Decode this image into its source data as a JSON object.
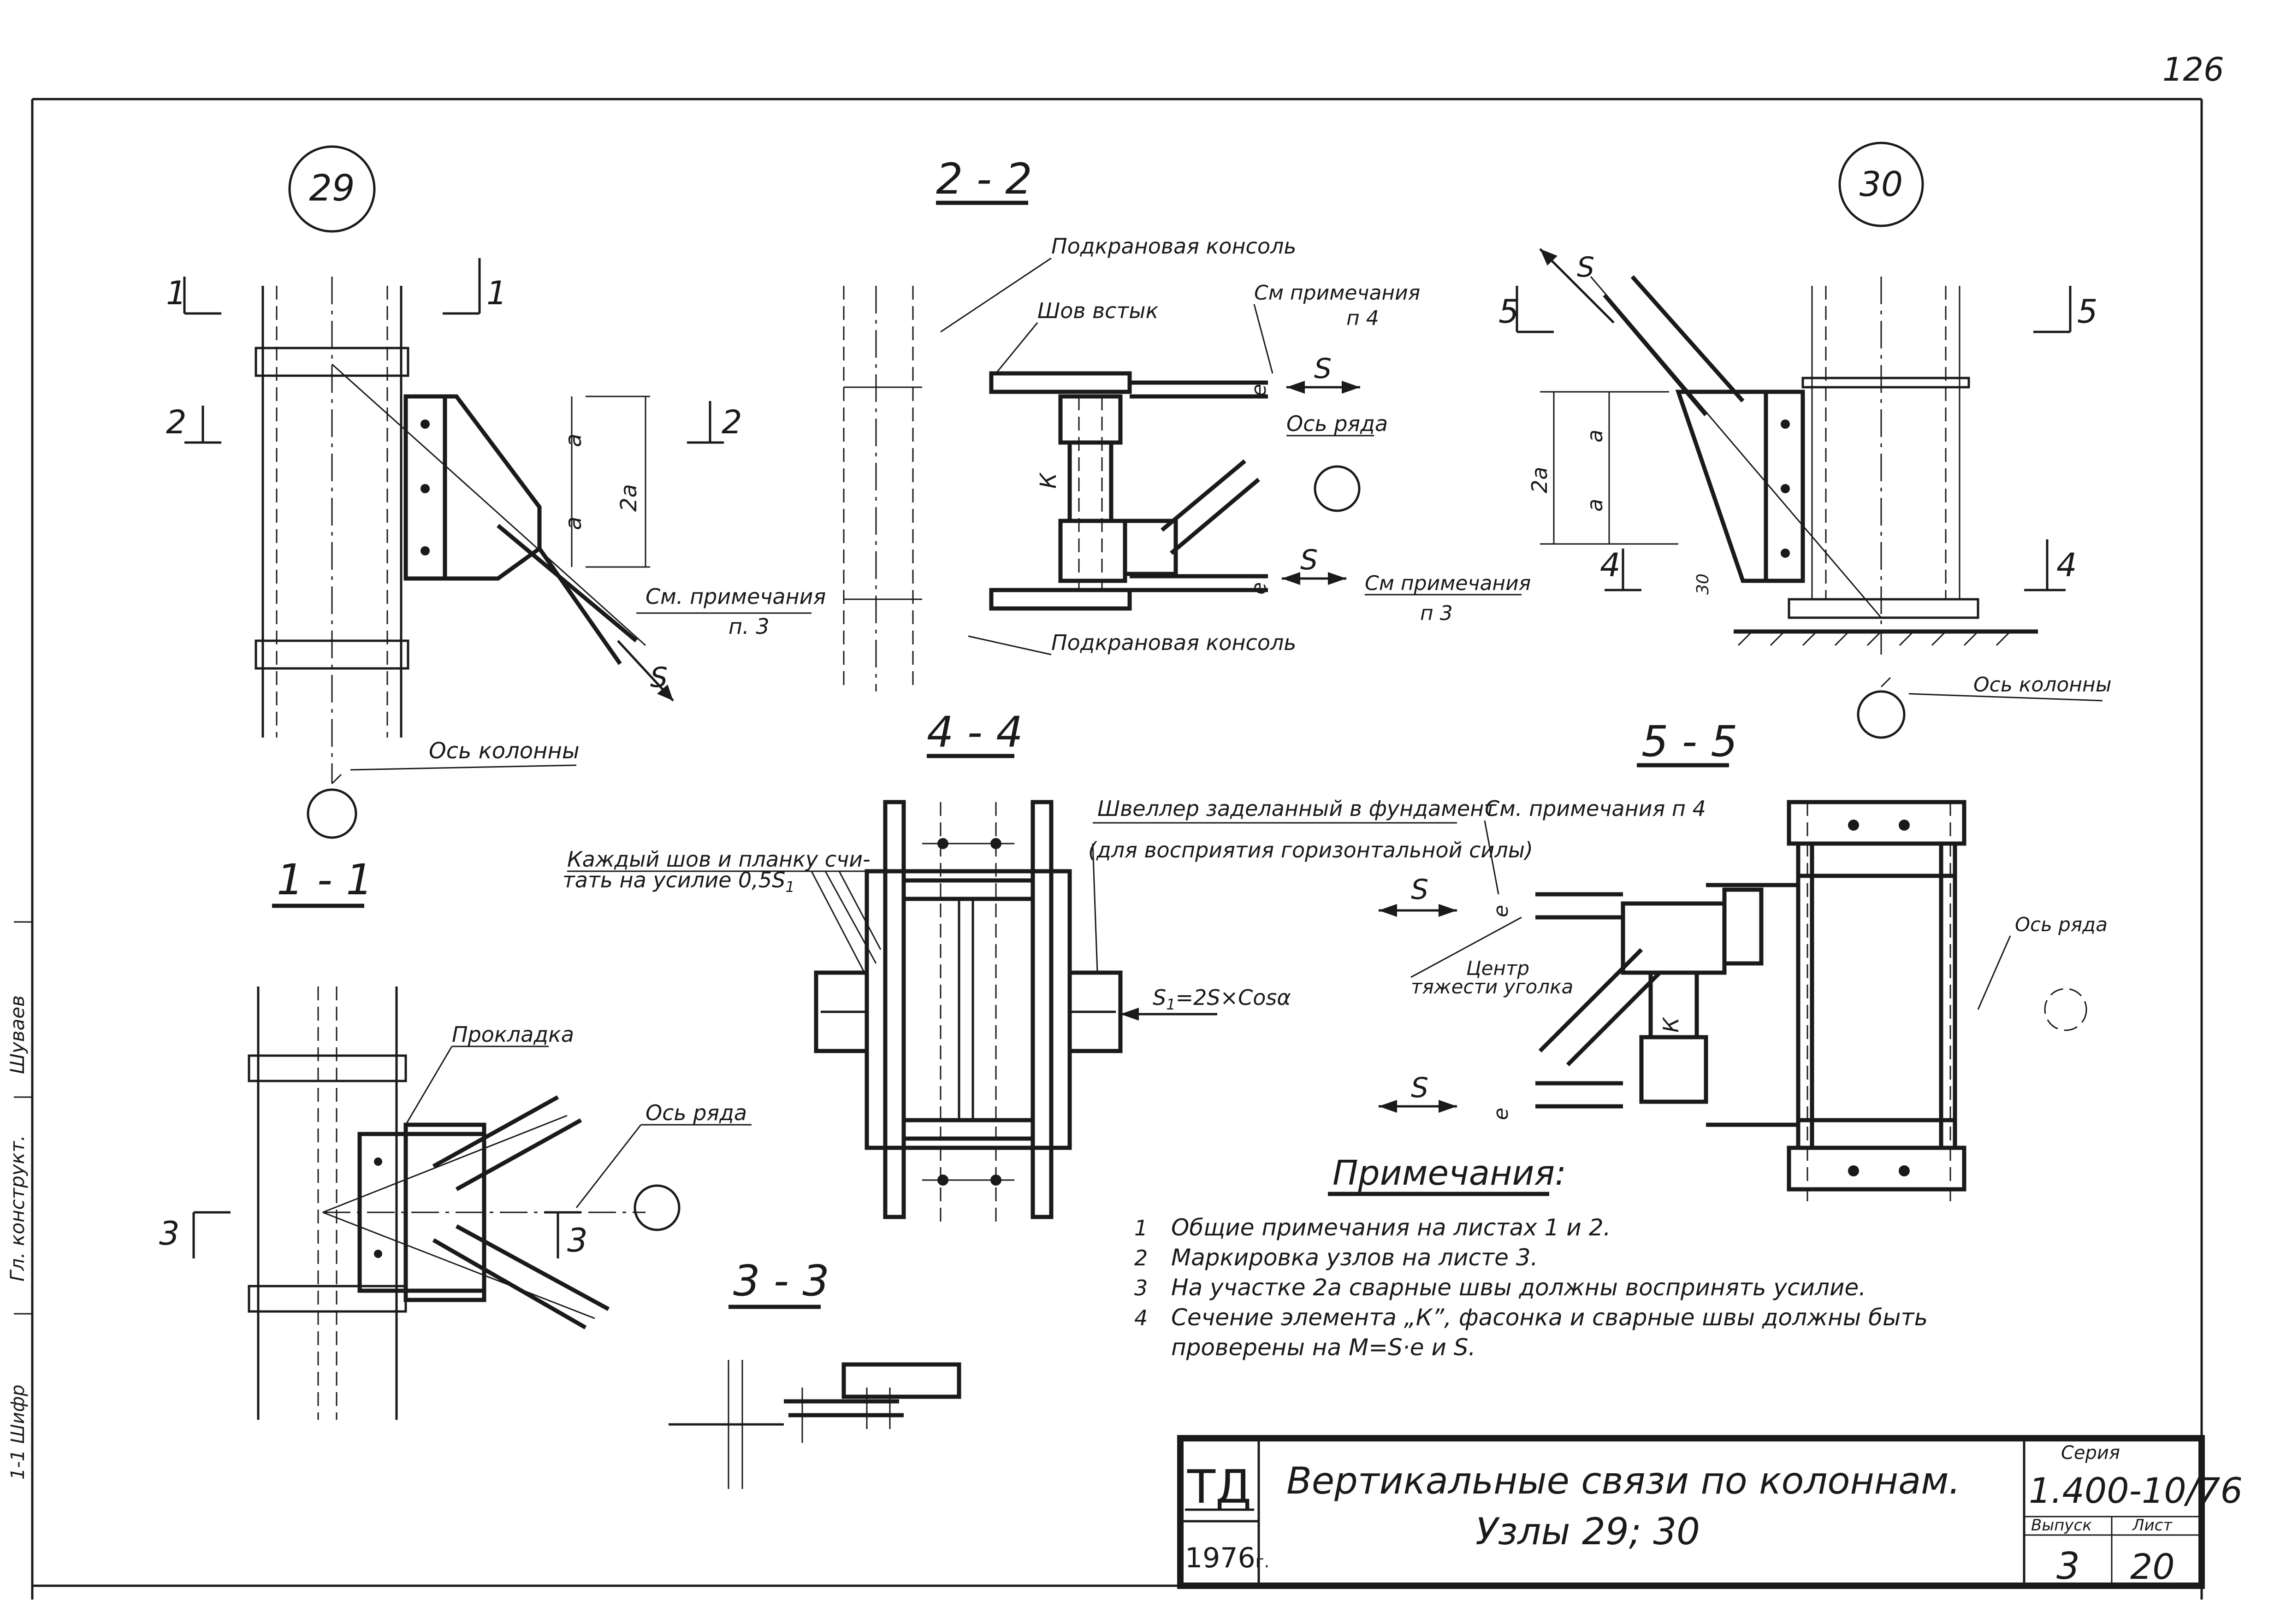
{
  "sheet_number": "126",
  "node_29": {
    "badge": "29",
    "cut_1_left": "1",
    "cut_1_right": "1",
    "cut_2_left": "2",
    "cut_2_right": "2",
    "dim_a1": "a",
    "dim_a2": "a",
    "dim_2a": "2a",
    "note_line1": "См. примечания",
    "note_line2": "п. 3",
    "force": "S",
    "axis_label": "Ось колонны"
  },
  "section_2_2": {
    "title": "2 - 2",
    "label_console_top": "Подкрановая консоль",
    "label_weld": "Шов встык",
    "note_4_line1": "См примечания",
    "note_4_line2": "п 4",
    "force_top": "S",
    "ecc_top": "e",
    "row_axis": "Ось ряда",
    "k_label": "К",
    "force_bottom": "S",
    "ecc_bottom": "e",
    "note_3_line1": "См примечания",
    "note_3_line2": "п 3",
    "label_console_bottom": "Подкрановая консоль"
  },
  "node_30": {
    "badge": "30",
    "cut_5_left": "5",
    "cut_5_right": "5",
    "cut_4_left": "4",
    "cut_4_right": "4",
    "force": "S",
    "dim_a1": "a",
    "dim_a2": "a",
    "dim_2a": "2a",
    "dim_30": "30",
    "axis_label": "Ось колонны"
  },
  "section_4_4": {
    "title": "4 - 4",
    "note_weld_line1": "Каждый шов и планку счи-",
    "note_weld_line2": "тать на усилие 0,5S",
    "note_weld_sub": "1",
    "channel_line1": "Швеллер заделанный в фундамент",
    "channel_line2": "(для восприятия горизонтальной силы)",
    "force_formula": "S",
    "force_formula_sub": "1",
    "force_formula_rest": "=2S×Cosα"
  },
  "section_5_5": {
    "title": "5 - 5",
    "note_4": "См. примечания п 4",
    "force_top": "S",
    "ecc_top": "e",
    "centroid_line1": "Центр",
    "centroid_line2": "тяжести уголка",
    "k_label": "К",
    "force_bottom": "S",
    "ecc_bottom": "e",
    "row_axis": "Ось ряда"
  },
  "section_1_1": {
    "title": "1 - 1",
    "label_shim": "Прокладка",
    "row_axis": "Ось ряда",
    "cut_3_left": "3",
    "cut_3_right": "3"
  },
  "section_3_3": {
    "title": "3 - 3"
  },
  "notes": {
    "heading": "Примечания:",
    "items": [
      {
        "n": "1",
        "text": "Общие примечания на листах 1 и 2."
      },
      {
        "n": "2",
        "text": "Маркировка узлов на листе 3."
      },
      {
        "n": "3",
        "text": "На участке 2а сварные швы должны воспринять усилие."
      },
      {
        "n": "4",
        "text": "Сечение элемента „К”, фасонка и сварные швы должны быть"
      },
      {
        "n": "",
        "text": "проверены на M=S·e и S."
      }
    ]
  },
  "title_block": {
    "org": "ТД",
    "year": "1976",
    "year_suffix": "г.",
    "title_line1": "Вертикальные связи по колоннам.",
    "title_line2": "Узлы 29; 30",
    "series_label": "Серия",
    "series_value": "1.400-10/76",
    "issue_label": "Выпуск",
    "issue_value": "3",
    "sheet_label": "Лист",
    "sheet_value": "20"
  },
  "margin_stamp": {
    "entry1": "Гл. конструкт.",
    "entry2": "Шуваев",
    "entry3": "1-1 Шифр"
  }
}
